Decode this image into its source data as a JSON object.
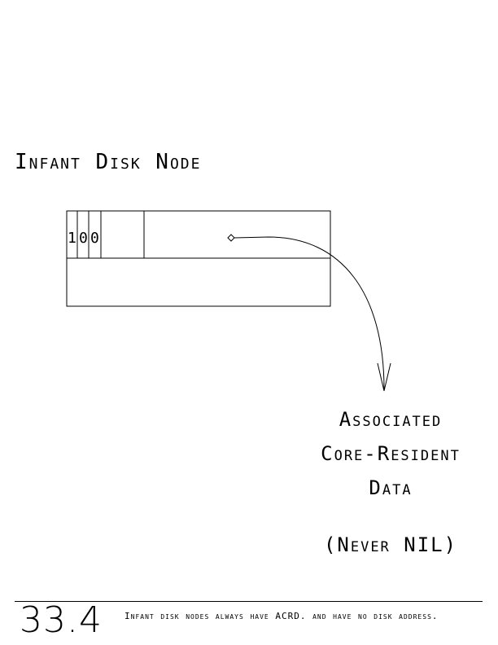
{
  "title": "Infant Disk Node",
  "node": {
    "bits": [
      "1",
      "0",
      "0"
    ]
  },
  "target": {
    "line1": "Associated",
    "line2": "Core-Resident",
    "line3": "Data",
    "note": "(Never NIL)"
  },
  "figure": {
    "number": "33.4",
    "caption": "Infant disk nodes always have ACRD. and have no disk address."
  }
}
